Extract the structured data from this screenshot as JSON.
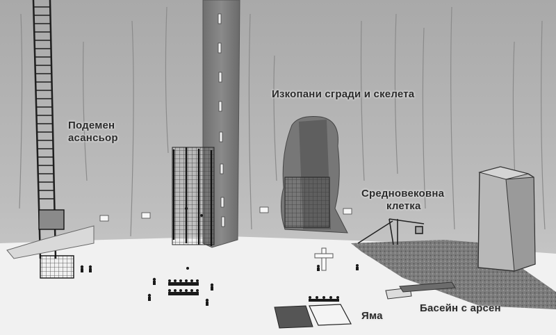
{
  "labels": {
    "elevator": [
      "Подемен",
      "асансьор"
    ],
    "excavated": "Изкопани сгради и скелета",
    "cage": [
      "Средновековна",
      "клетка"
    ],
    "pit": "Яма",
    "pool": "Басейн с арсен"
  }
}
